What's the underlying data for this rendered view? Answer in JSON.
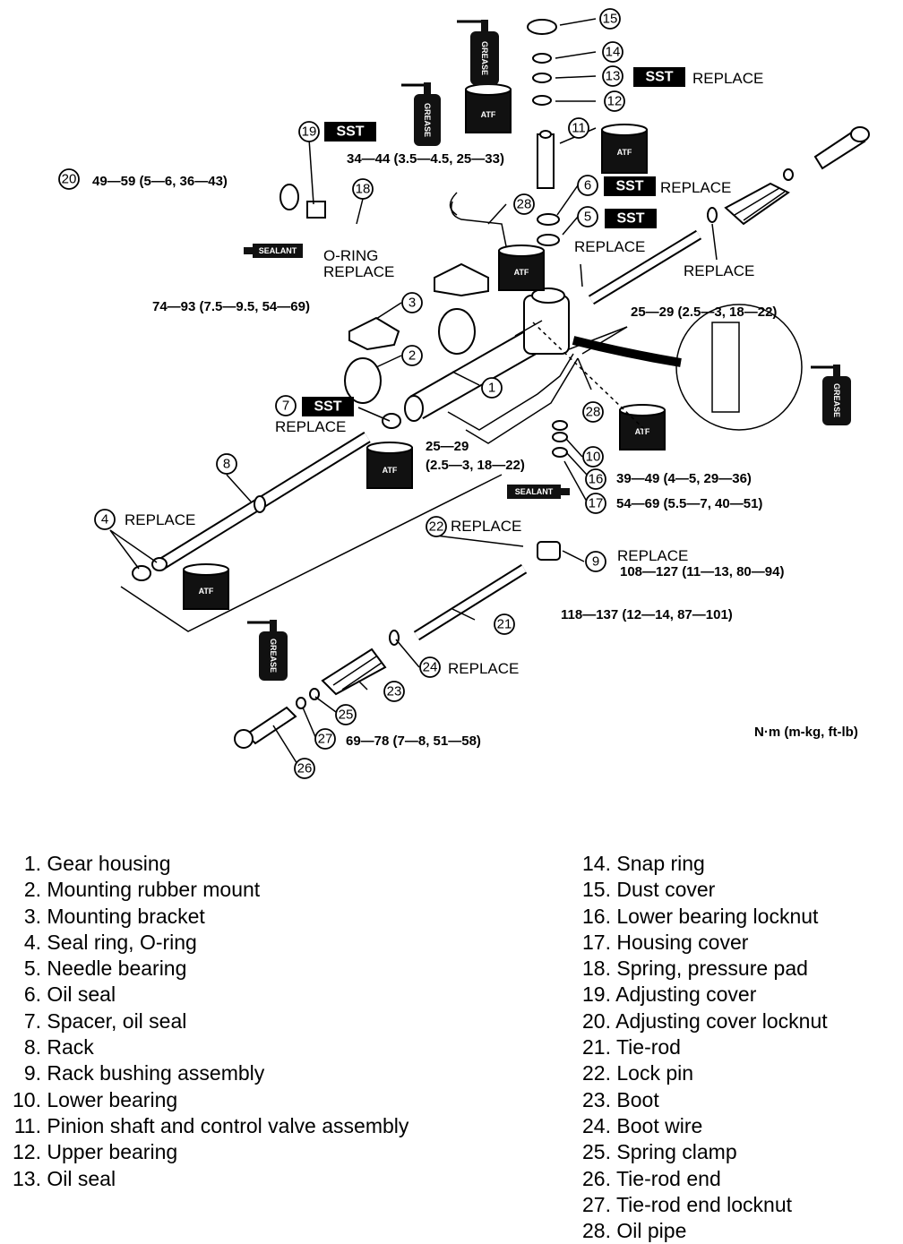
{
  "callouts": [
    {
      "n": "1"
    },
    {
      "n": "2"
    },
    {
      "n": "3"
    },
    {
      "n": "4"
    },
    {
      "n": "5"
    },
    {
      "n": "6"
    },
    {
      "n": "7"
    },
    {
      "n": "8"
    },
    {
      "n": "9"
    },
    {
      "n": "10"
    },
    {
      "n": "11"
    },
    {
      "n": "12"
    },
    {
      "n": "13"
    },
    {
      "n": "14"
    },
    {
      "n": "15"
    },
    {
      "n": "16"
    },
    {
      "n": "17"
    },
    {
      "n": "18"
    },
    {
      "n": "19"
    },
    {
      "n": "20"
    },
    {
      "n": "21"
    },
    {
      "n": "22"
    },
    {
      "n": "23"
    },
    {
      "n": "24"
    },
    {
      "n": "25"
    },
    {
      "n": "26"
    },
    {
      "n": "27"
    },
    {
      "n": "28"
    }
  ],
  "labels": {
    "sst": "SST",
    "replace": "REPLACE",
    "o_ring": "O-RING",
    "atf": "ATF",
    "grease": "GREASE",
    "sealant": "SEALANT",
    "units": "N·m (m-kg, ft-lb)"
  },
  "torques": {
    "t20": "49—59 (5—6, 36—43)",
    "t11": "34—44 (3.5—4.5, 25—33)",
    "t3": "74—93 (7.5—9.5, 54—69)",
    "t28a": "25—29 (2.5—3, 18—22)",
    "t28b_1": "25—29",
    "t28b_2": "(2.5—3, 18—22)",
    "t16": "39—49 (4—5, 29—36)",
    "t17": "54—69 (5.5—7, 40—51)",
    "t9": "108—127 (11—13, 80—94)",
    "t21": "118—137 (12—14, 87—101)",
    "t27": "69—78 (7—8, 51—58)"
  },
  "legend_left": [
    {
      "n": "1.",
      "text": "Gear housing"
    },
    {
      "n": "2.",
      "text": "Mounting rubber mount"
    },
    {
      "n": "3.",
      "text": "Mounting bracket"
    },
    {
      "n": "4.",
      "text": "Seal ring, O-ring"
    },
    {
      "n": "5.",
      "text": "Needle bearing"
    },
    {
      "n": "6.",
      "text": "Oil seal"
    },
    {
      "n": "7.",
      "text": "Spacer, oil seal"
    },
    {
      "n": "8.",
      "text": "Rack"
    },
    {
      "n": "9.",
      "text": "Rack bushing assembly"
    },
    {
      "n": "10.",
      "text": "Lower bearing"
    },
    {
      "n": "11.",
      "text": "Pinion shaft and control valve assembly"
    },
    {
      "n": "12.",
      "text": "Upper bearing"
    },
    {
      "n": "13.",
      "text": "Oil seal"
    }
  ],
  "legend_right": [
    {
      "n": "14.",
      "text": "Snap ring"
    },
    {
      "n": "15.",
      "text": "Dust cover"
    },
    {
      "n": "16.",
      "text": "Lower bearing locknut"
    },
    {
      "n": "17.",
      "text": "Housing cover"
    },
    {
      "n": "18.",
      "text": "Spring, pressure pad"
    },
    {
      "n": "19.",
      "text": "Adjusting cover"
    },
    {
      "n": "20.",
      "text": "Adjusting cover locknut"
    },
    {
      "n": "21.",
      "text": "Tie-rod"
    },
    {
      "n": "22.",
      "text": "Lock pin"
    },
    {
      "n": "23.",
      "text": "Boot"
    },
    {
      "n": "24.",
      "text": "Boot wire"
    },
    {
      "n": "25.",
      "text": "Spring clamp"
    },
    {
      "n": "26.",
      "text": "Tie-rod end"
    },
    {
      "n": "27.",
      "text": "Tie-rod end locknut"
    },
    {
      "n": "28.",
      "text": "Oil pipe"
    }
  ]
}
